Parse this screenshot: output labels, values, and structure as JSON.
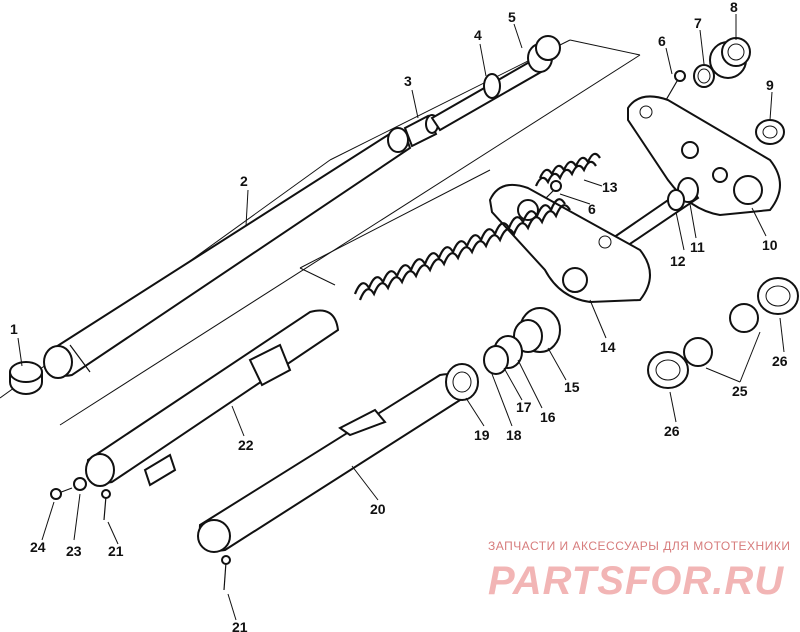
{
  "labels": {
    "p1": "1",
    "p2": "2",
    "p3": "3",
    "p4": "4",
    "p5": "5",
    "p6a": "6",
    "p6b": "6",
    "p7": "7",
    "p8": "8",
    "p9": "9",
    "p10": "10",
    "p11": "11",
    "p12": "12",
    "p13": "13",
    "p14": "14",
    "p15": "15",
    "p16": "16",
    "p17": "17",
    "p18": "18",
    "p19": "19",
    "p20": "20",
    "p21a": "21",
    "p21b": "21",
    "p22": "22",
    "p23": "23",
    "p24": "24",
    "p25": "25",
    "p26a": "26",
    "p26b": "26"
  },
  "watermark": {
    "tagline": "ЗАПЧАСТИ И АКСЕССУАРЫ ДЛЯ МОТОТЕХНИКИ",
    "brand": "PARTSFOR.RU",
    "brand_color": "#f2b5b5",
    "tagline_color": "#d77c7c"
  }
}
